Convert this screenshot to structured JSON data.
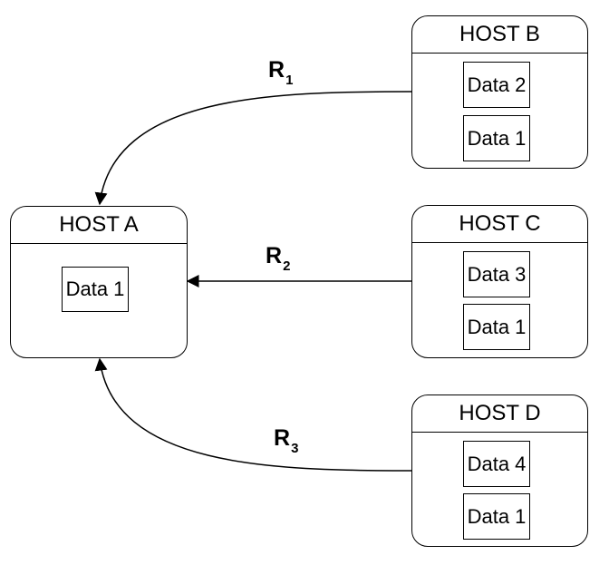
{
  "hosts": {
    "a": {
      "title": "HOST A",
      "data": [
        "Data 1"
      ]
    },
    "b": {
      "title": "HOST B",
      "data": [
        "Data 2",
        "Data 1"
      ]
    },
    "c": {
      "title": "HOST C",
      "data": [
        "Data 3",
        "Data 1"
      ]
    },
    "d": {
      "title": "HOST D",
      "data": [
        "Data 4",
        "Data 1"
      ]
    }
  },
  "links": [
    {
      "letter": "R",
      "sub": "1"
    },
    {
      "letter": "R",
      "sub": "2"
    },
    {
      "letter": "R",
      "sub": "3"
    }
  ]
}
